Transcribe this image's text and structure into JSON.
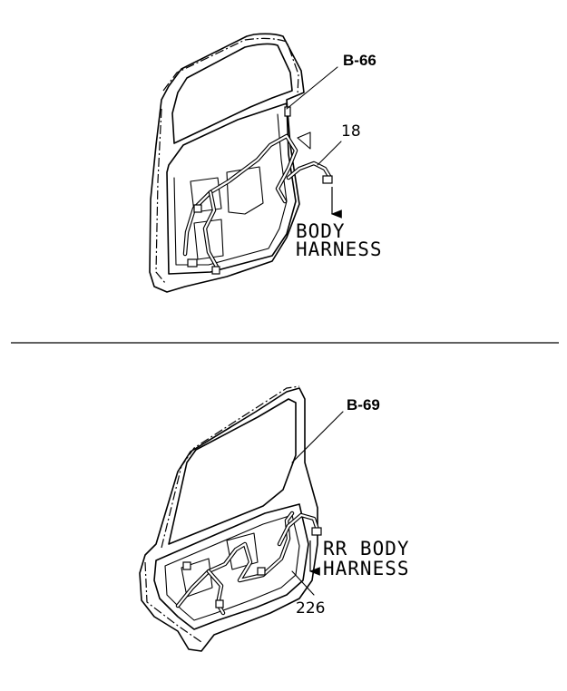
{
  "top_diagram": {
    "ref_label": "B-66",
    "part_number": "18",
    "destination_line1": "BODY",
    "destination_line2": "HARNESS"
  },
  "bottom_diagram": {
    "ref_label": "B-69",
    "part_number": "226",
    "destination_line1": "RR BODY",
    "destination_line2": "HARNESS"
  }
}
